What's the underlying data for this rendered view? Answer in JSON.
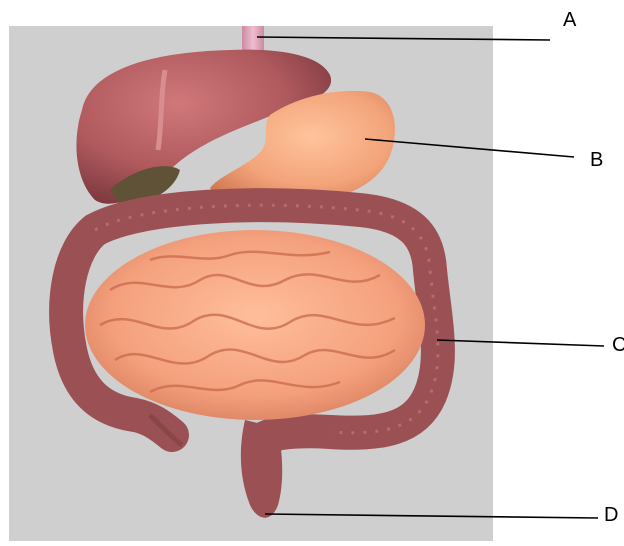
{
  "labels": {
    "a": "A",
    "b": "B",
    "c": "C",
    "d": "D"
  },
  "colors": {
    "background_panel": "#cfcfcf",
    "esophagus": "#e6a6bf",
    "liver": "#b05a5e",
    "stomach": "#f3a47a",
    "gallbladder": "#5f5236",
    "large_intestine": "#9b5054",
    "small_intestine": "#f4a07d",
    "leader_line": "#000000"
  },
  "icons": {
    "illustration": "digestive-system-illustration"
  }
}
